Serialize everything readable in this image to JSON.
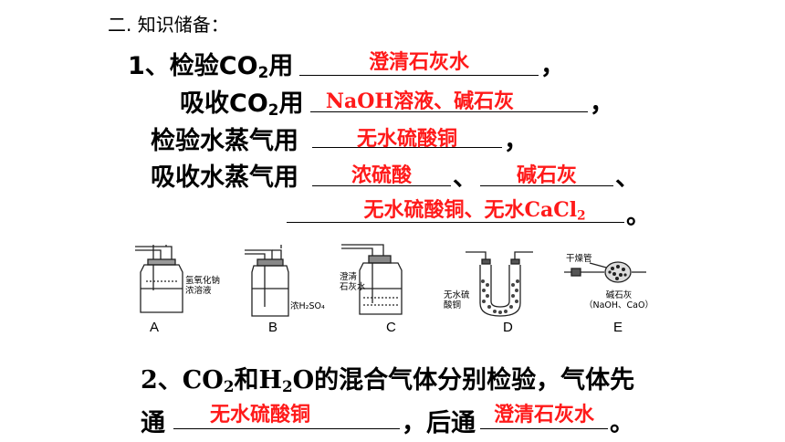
{
  "section_title": "二. 知识储备：",
  "q1": {
    "num": "1、",
    "line1": {
      "prefix": "检验CO",
      "sub": "2",
      "suffix": "用",
      "end": "，",
      "answer": "澄清石灰水"
    },
    "line2": {
      "prefix": "吸收CO",
      "sub": "2",
      "suffix": "用",
      "end": "，",
      "answer": "NaOH溶液、碱石灰"
    },
    "line3": {
      "text": "检验水蒸气用",
      "end": "，",
      "answer": "无水硫酸铜"
    },
    "line4": {
      "text": "吸收水蒸气用",
      "sep": "、",
      "end": "、",
      "answer1": "浓硫酸",
      "answer2": "碱石灰"
    },
    "line5": {
      "answer_prefix": "无水硫酸铜、无水CaCl",
      "answer_sub": "2",
      "end": "。"
    }
  },
  "apparatus": [
    {
      "label": "A",
      "note": [
        "氢氧化钠",
        "浓溶液"
      ]
    },
    {
      "label": "B",
      "note": [
        "浓H₂SO₄"
      ]
    },
    {
      "label": "C",
      "note": [
        "澄清",
        "石灰水"
      ]
    },
    {
      "label": "D",
      "note": [
        "无水硫",
        "酸铜"
      ]
    },
    {
      "label": "E",
      "note_top": "干燥管",
      "note": [
        "碱石灰",
        "（NaOH、CaO）"
      ]
    }
  ],
  "q2": {
    "num": "2、",
    "text_a": "CO",
    "sub_a": "2",
    "text_b": "和H",
    "sub_b": "2",
    "text_c": "O的混合气体分别检验，气体先",
    "line2_a": "通",
    "line2_b": "，后通",
    "line2_end": "。",
    "answer1": "无水硫酸铜",
    "answer2": "澄清石灰水"
  }
}
